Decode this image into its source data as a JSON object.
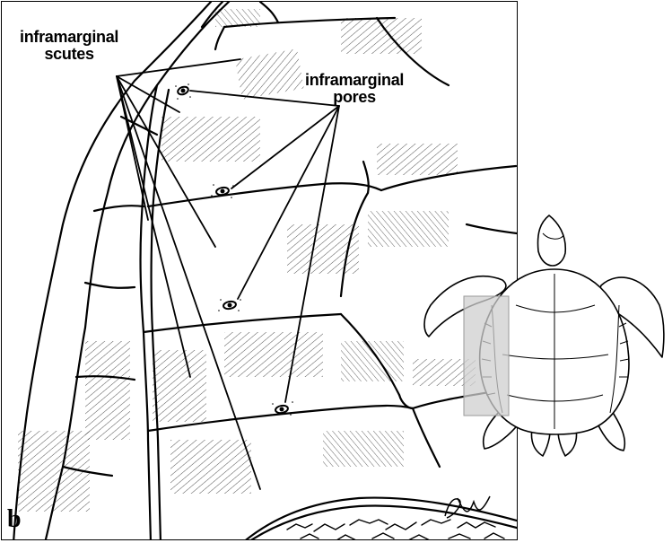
{
  "labels": {
    "scutes_line1": "inframarginal",
    "scutes_line2": "scutes",
    "pores_line1": "inframarginal",
    "pores_line2": "pores",
    "panel": "b"
  },
  "icons": {
    "signature": "artist-signature-icon",
    "turtle": "sea-turtle-dorsal-view-icon"
  },
  "colors": {
    "ink": "#000000",
    "highlight": "#cfcfcf",
    "background": "#ffffff"
  }
}
